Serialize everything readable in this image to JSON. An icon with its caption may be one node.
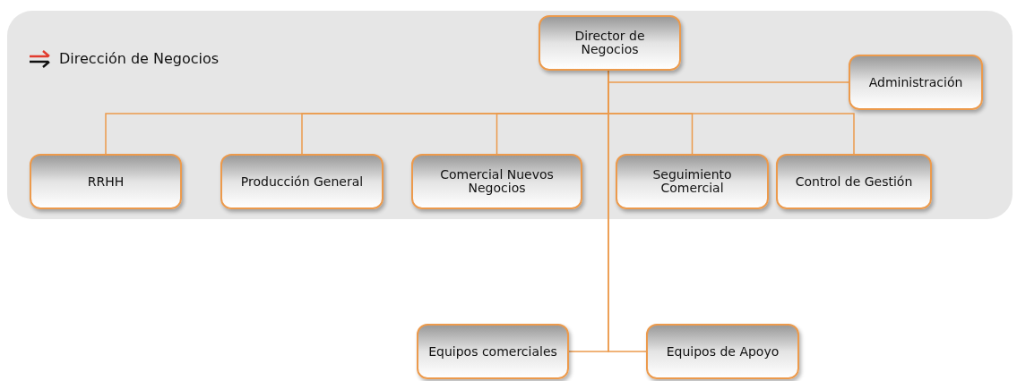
{
  "diagram": {
    "nodes": [
      {
        "text": [
          "Dirección de Negocios"
        ]
      },
      {
        "text": [
          "Director de Negocios"
        ],
        "in": 0
      },
      {
        "text": [
          "Administración"
        ],
        "in": 0
      },
      {
        "text": [
          "RRHH"
        ],
        "in": 0
      },
      {
        "text": [
          "Producción General"
        ],
        "in": 0
      },
      {
        "text": [
          "Comercial Nuevos Negocios"
        ],
        "in": 0
      },
      {
        "text": [
          "Seguimiento Comercial"
        ],
        "in": 0
      },
      {
        "text": [
          "Control de Gestión"
        ],
        "in": 0
      },
      {
        "text": [
          "Equipos comerciales"
        ]
      },
      {
        "text": [
          "Equipos de Apoyo"
        ]
      }
    ],
    "edges": [
      {
        "from": 1,
        "to": 2,
        "arrow": "none"
      },
      {
        "from": 1,
        "to": 3,
        "arrow": "none"
      },
      {
        "from": 1,
        "to": 4,
        "arrow": "none"
      },
      {
        "from": 1,
        "to": 5,
        "arrow": "none"
      },
      {
        "from": 1,
        "to": 6,
        "arrow": "none"
      },
      {
        "from": 1,
        "to": 7,
        "arrow": "none"
      },
      {
        "from": 1,
        "to": 8,
        "arrow": "none"
      },
      {
        "from": 1,
        "to": 9,
        "arrow": "none"
      }
    ]
  }
}
